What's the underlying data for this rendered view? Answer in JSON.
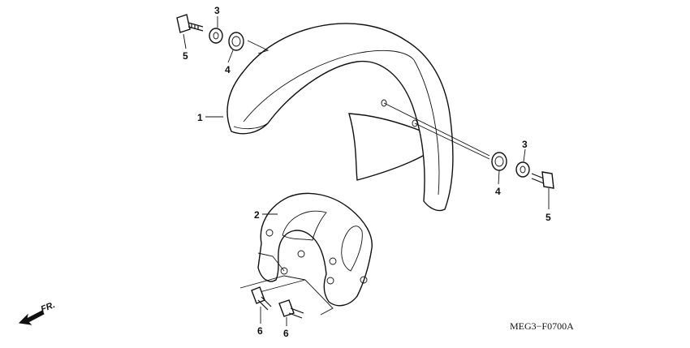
{
  "callouts": {
    "c1": "1",
    "c2": "2",
    "c3_top": "3",
    "c3_right": "3",
    "c4_top": "4",
    "c4_right": "4",
    "c5_top": "5",
    "c5_right": "5",
    "c6_left": "6",
    "c6_right": "6"
  },
  "diagram_code": "MEG3−F0700A",
  "direction_label": "FR."
}
